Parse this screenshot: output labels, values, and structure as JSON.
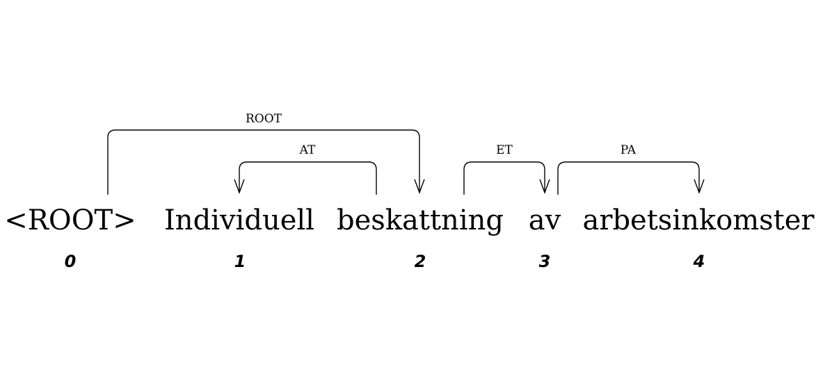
{
  "tokens": [
    {
      "index": "0",
      "word": "<ROOT>"
    },
    {
      "index": "1",
      "word": "Individuell"
    },
    {
      "index": "2",
      "word": "beskattning"
    },
    {
      "index": "3",
      "word": "av"
    },
    {
      "index": "4",
      "word": "arbetsinkomster"
    }
  ],
  "arcs": [
    {
      "label": "ROOT",
      "head": 0,
      "dependent": 2
    },
    {
      "label": "AT",
      "head": 2,
      "dependent": 1
    },
    {
      "label": "ET",
      "head": 2,
      "dependent": 3
    },
    {
      "label": "PA",
      "head": 3,
      "dependent": 4
    }
  ]
}
